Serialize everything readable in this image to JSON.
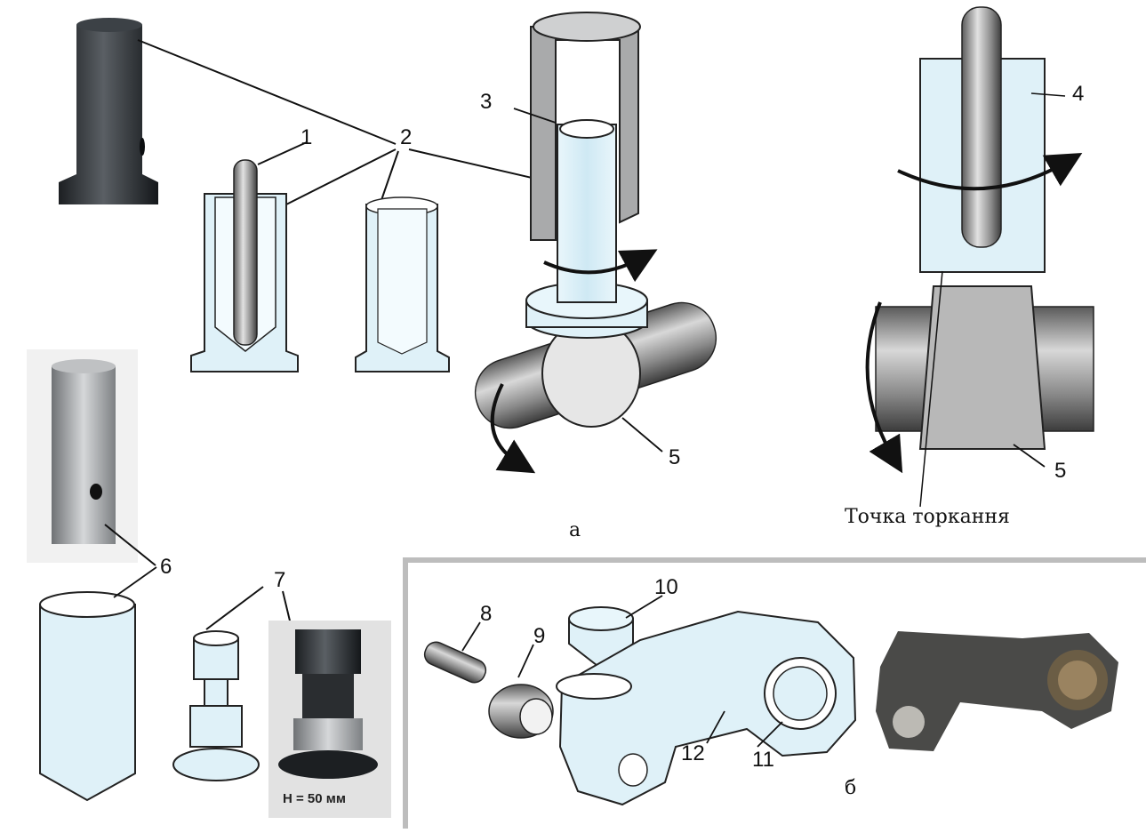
{
  "callouts": {
    "n1": "1",
    "n2": "2",
    "n3": "3",
    "n4": "4",
    "n5a": "5",
    "n5b": "5",
    "n6": "6",
    "n7": "7",
    "n8": "8",
    "n9": "9",
    "n10": "10",
    "n11": "11",
    "n12": "12"
  },
  "captions": {
    "contact_point": "Точка торкання",
    "sub_a": "а",
    "sub_b": "б",
    "height": "H = 50 мм"
  },
  "colors": {
    "part_fill": "#dff1f8",
    "outline": "#222222",
    "shaft": "#8f8f8f",
    "frame": "#bdbdbd",
    "dark_metal": "#2e3236",
    "steel": "#a6a8aa"
  }
}
